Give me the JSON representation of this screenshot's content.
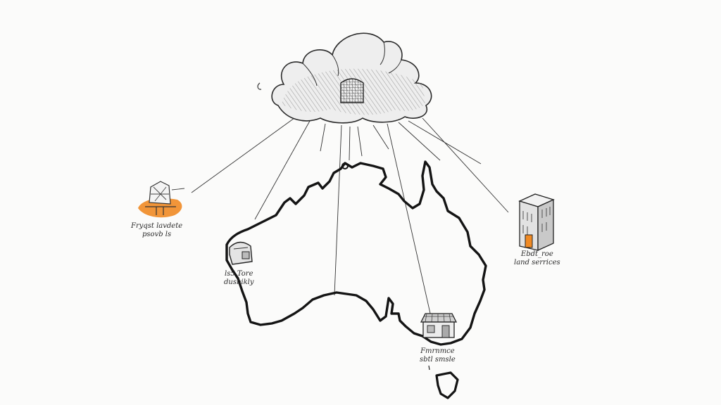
{
  "nodes": {
    "west_left": {
      "line1": "Fryqst lavdete",
      "line2": "psovb ls"
    },
    "east_right": {
      "line1": "Ebdt_roe",
      "line2": "land serrices"
    },
    "west_coast": {
      "line1": "ls5 Tore",
      "line2": "dusbikly"
    },
    "south_east": {
      "line1": "Fmrnmce",
      "line2": "sbtl smsle"
    }
  },
  "colors": {
    "ink": "#1a1a1a",
    "accent": "#f08a24",
    "cloud_shade": "#bdbdbd",
    "paper": "#fbfbfa"
  }
}
